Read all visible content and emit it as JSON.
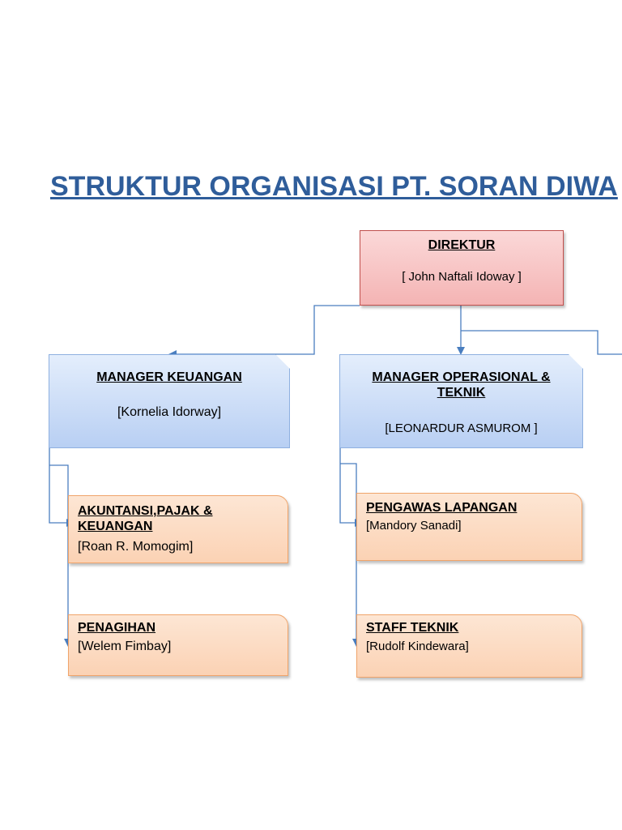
{
  "title": "STRUKTUR ORGANISASI PT. SORAN DIWA",
  "colors": {
    "title": "#2f5d9a",
    "connector": "#4a7ebf",
    "director_fill": "#f4b4b4",
    "manager_fill": "#b8cff3",
    "staff_fill": "#fbd2b4"
  },
  "director": {
    "role": "DIREKTUR",
    "name": "[ John Naftali Idoway ]"
  },
  "managers": [
    {
      "role": "MANAGER KEUANGAN",
      "name": "[Kornelia Idorway]"
    },
    {
      "role": "MANAGER OPERASIONAL & TEKNIK",
      "name": "[LEONARDUR ASMUROM ]"
    }
  ],
  "staff": [
    {
      "role": "AKUNTANSI,PAJAK & KEUANGAN",
      "name": "[Roan R. Momogim]"
    },
    {
      "role": "PENAGIHAN",
      "name": "[Welem Fimbay]"
    },
    {
      "role": "PENGAWAS LAPANGAN",
      "name": "[Mandory Sanadi]"
    },
    {
      "role": "STAFF TEKNIK",
      "name": "[Rudolf Kindewara]"
    }
  ]
}
